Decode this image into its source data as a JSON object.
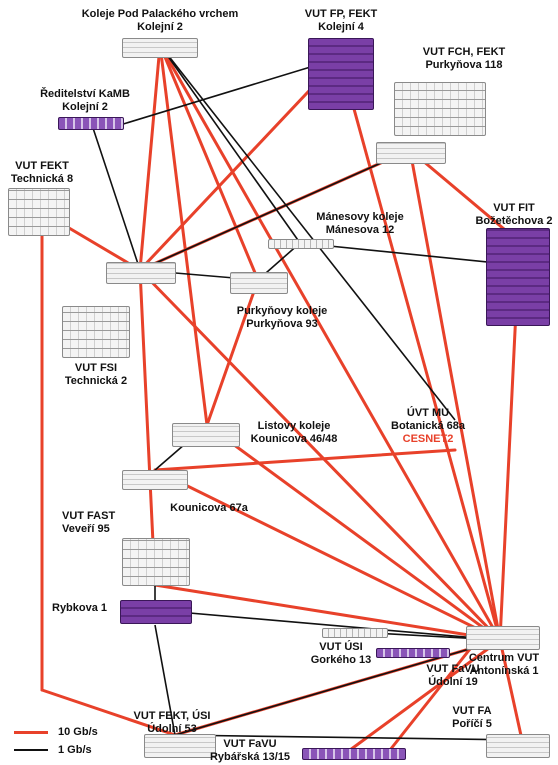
{
  "colors": {
    "link_10g": "#e8412a",
    "link_1g": "#111111",
    "device_purple": "#6b2f96",
    "cesnet_red": "#e8412a"
  },
  "nodes": {
    "kolej_pod_palackeho": {
      "line1": "Koleje Pod Palackého vrchem",
      "line2": "Kolejní 2"
    },
    "vut_fp_fekt": {
      "line1": "VUT FP, FEKT",
      "line2": "Kolejní 4"
    },
    "reditelstvi_kamb": {
      "line1": "Ředitelství KaMB",
      "line2": "Kolejní 2"
    },
    "vut_fch_fekt": {
      "line1": "VUT FCH, FEKT",
      "line2": "Purkyňova 118"
    },
    "vut_fekt_technicka": {
      "line1": "VUT FEKT",
      "line2": "Technická 8"
    },
    "manesovy_koleje": {
      "line1": "Mánesovy koleje",
      "line2": "Mánesova 12"
    },
    "vut_fit": {
      "line1": "VUT FIT",
      "line2": "Božetěchova 2"
    },
    "purkynovy_koleje": {
      "line1": "Purkyňovy koleje",
      "line2": "Purkyňova 93"
    },
    "vut_fsi": {
      "line1": "VUT FSI",
      "line2": "Technická 2"
    },
    "uvt_mu": {
      "line1": "ÚVT MU",
      "line2": "Botanická 68a",
      "line3": "CESNET2"
    },
    "listovy_koleje": {
      "line1": "Listovy koleje",
      "line2": "Kounicova 46/48"
    },
    "kounicova": {
      "line1": "Kounicova 67a"
    },
    "vut_fast": {
      "line1": "VUT FAST",
      "line2": "Veveří 95"
    },
    "centrum_vut": {
      "line1": "Centrum VUT",
      "line2": "Antonínská 1"
    },
    "rybkova": {
      "line1": "Rybkova 1"
    },
    "vut_usi": {
      "line1": "VUT ÚSI",
      "line2": "Gorkého 13"
    },
    "vut_favu_udolni": {
      "line1": "VUT FaVU",
      "line2": "Údolní 19"
    },
    "vut_fekt_usi": {
      "line1": "VUT FEKT, ÚSI",
      "line2": "Údolní 53"
    },
    "vut_fa": {
      "line1": "VUT FA",
      "line2": "Poříčí 5"
    },
    "vut_favu_rybarska": {
      "line1": "VUT FaVU",
      "line2": "Rybářská 13/15"
    }
  },
  "legend": {
    "ten_gig": "10 Gb/s",
    "one_gig": "1 Gb/s"
  }
}
